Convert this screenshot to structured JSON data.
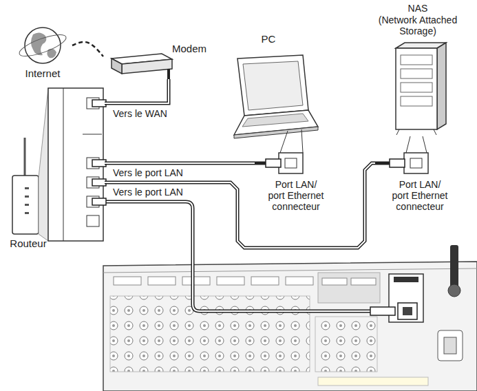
{
  "diagram": {
    "nodes": [
      {
        "text": [
          "Internet"
        ]
      },
      {
        "text": [
          "Modem"
        ]
      },
      {
        "text": [
          "PC",
          "Port LAN/ port Ethernet connecteur"
        ]
      },
      {
        "text": [
          "NAS",
          "(Network Attached Storage)",
          "Port LAN/ port Ethernet connecteur"
        ]
      },
      {
        "text": [
          "Routeur"
        ]
      }
    ],
    "edges": [
      {
        "from": 0,
        "to": 1,
        "arrow": "none"
      },
      {
        "from": 1,
        "to": 4,
        "label": "Vers le WAN",
        "arrow": "none"
      },
      {
        "from": 4,
        "to": 2,
        "label": "Vers le port LAN",
        "arrow": "none"
      },
      {
        "from": 4,
        "to": 3,
        "label": "Vers le port LAN",
        "arrow": "none"
      }
    ]
  }
}
